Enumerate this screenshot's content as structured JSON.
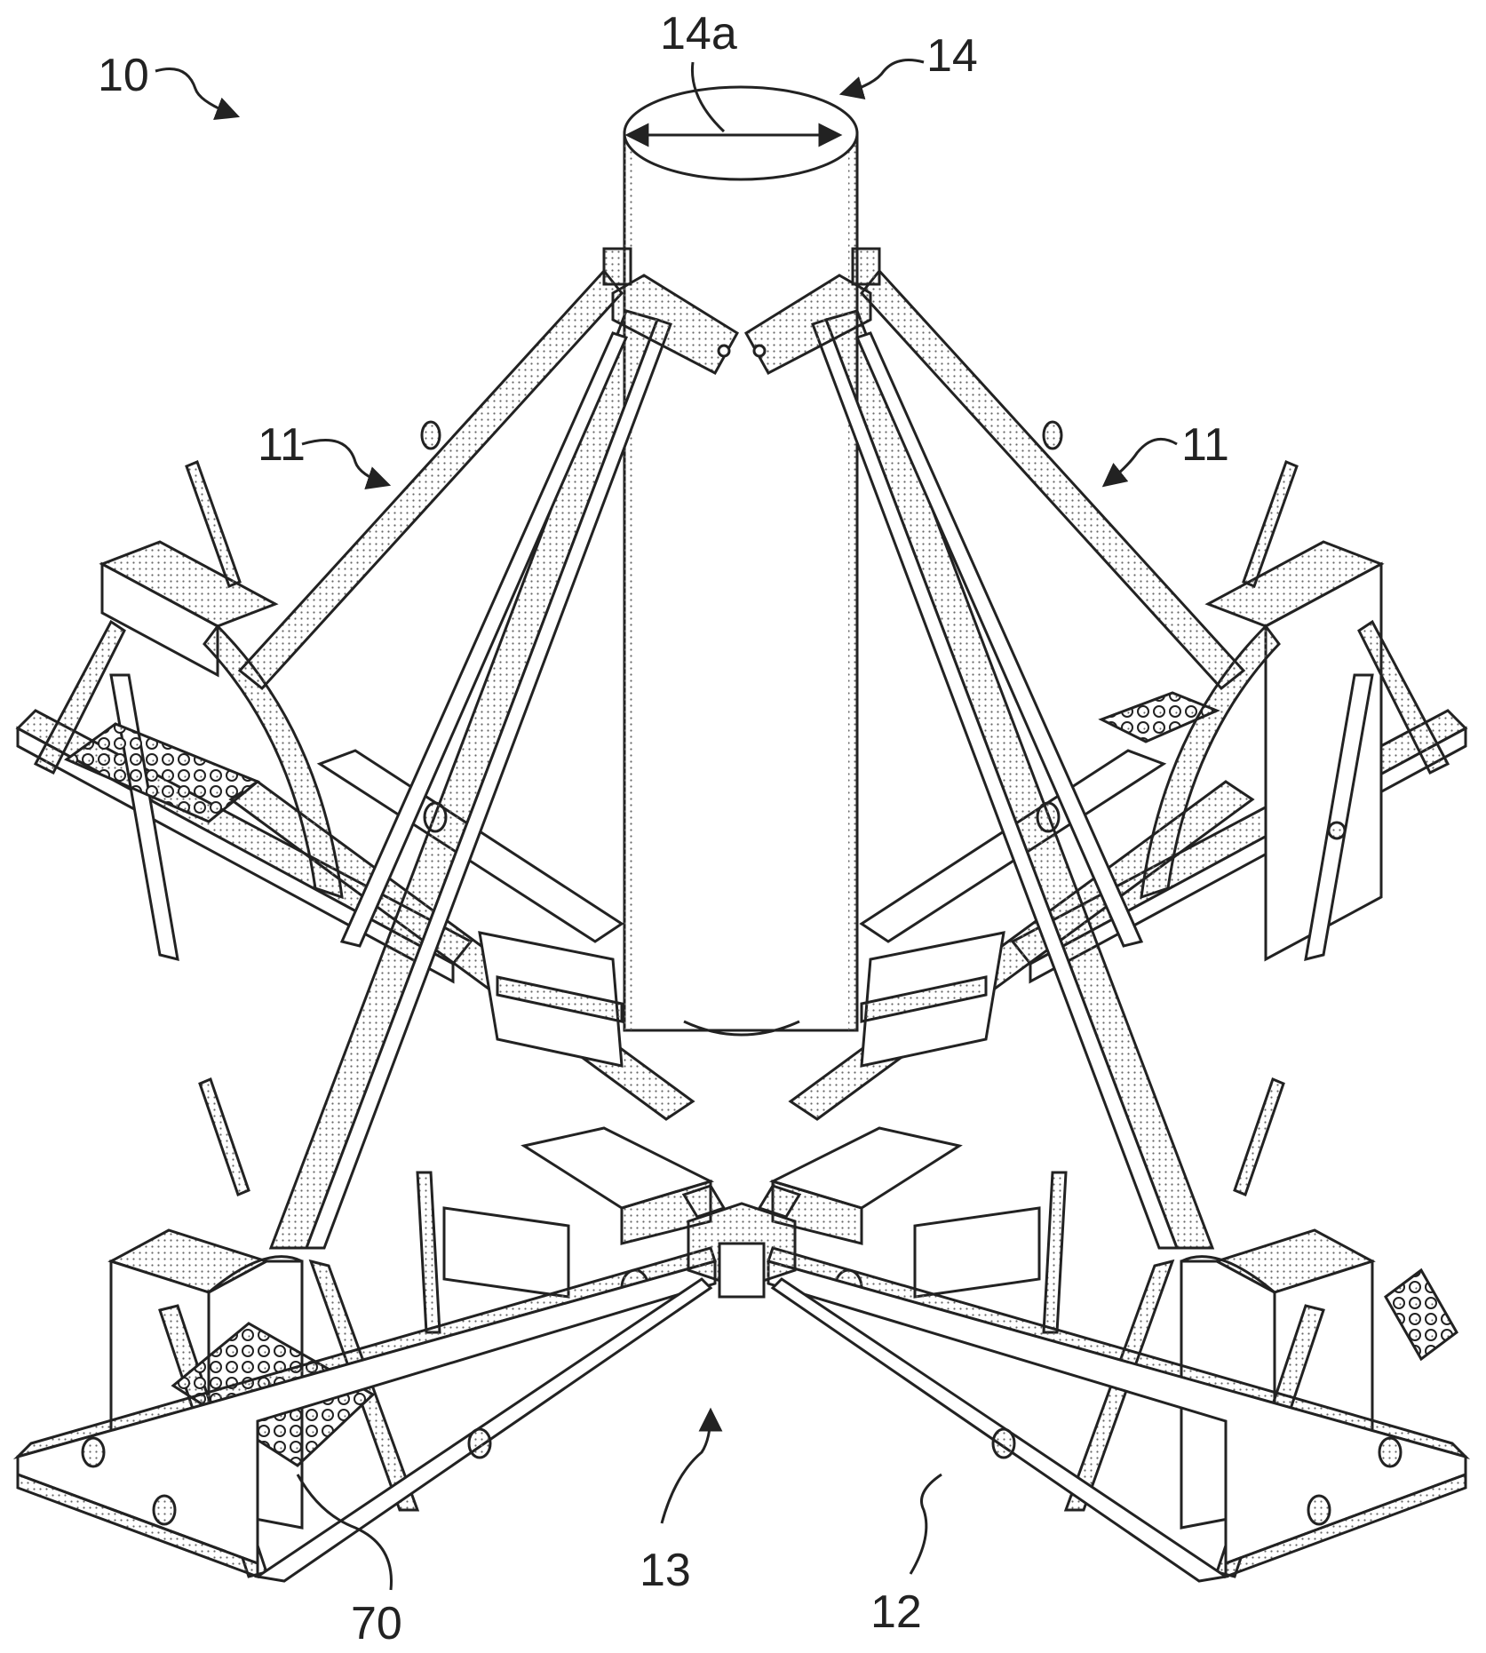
{
  "figure": {
    "labels": {
      "assembly": "10",
      "column": "14",
      "column_diameter": "14a",
      "brace_left": "11",
      "brace_right": "11",
      "base_beam": "12",
      "hub": "13",
      "step_plate": "70"
    },
    "colors": {
      "line": "#222222",
      "texture": "#555555",
      "background": "#ffffff"
    }
  }
}
